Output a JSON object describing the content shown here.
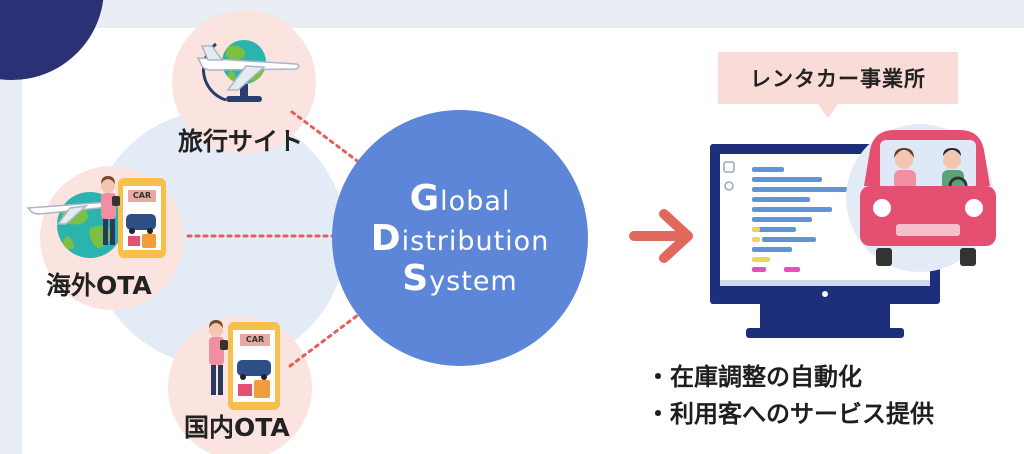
{
  "nodes": {
    "travel_site": "旅行サイト",
    "overseas_ota": "海外OTA",
    "domestic_ota": "国内OTA"
  },
  "icons": {
    "globe": "globe-airplane-icon",
    "phone_car": "phone-car-rental-icon",
    "computer": "computer-monitor-icon",
    "car": "car-with-passengers-icon"
  },
  "phone_sign": "CAR",
  "gds": {
    "line1_cap": "G",
    "line1_rest": "lobal",
    "line2_cap": "D",
    "line2_rest": "istribution",
    "line3_cap": "S",
    "line3_rest": "ystem"
  },
  "rental_company": "レンタカー事業所",
  "benefits": [
    "・在庫調整の自動化",
    "・利用客へのサービス提供"
  ],
  "colors": {
    "background": "#e9edf4",
    "panel": "#ffffff",
    "corner_circle": "#2a3275",
    "gds_circle": "#5e86d8",
    "node_circle": "#fbe3df",
    "cluster_circle": "#e3ebf6",
    "connector": "#e0605a",
    "arrow": "#e0685c",
    "bubble": "#f9dcd7",
    "monitor": "#1d2f7a",
    "car": "#e44f72"
  }
}
